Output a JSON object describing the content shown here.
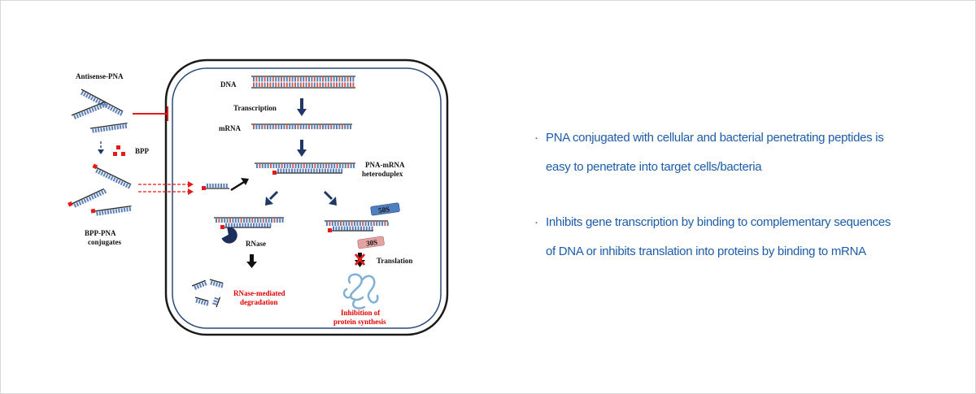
{
  "diagram": {
    "labels": {
      "antisense_pna": "Antisense-PNA",
      "bpp": "BPP",
      "bpp_pna": [
        "BPP-PNA",
        "conjugates"
      ],
      "dna": "DNA",
      "transcription": "Transcription",
      "mrna": "mRNA",
      "heteroduplex": [
        "PNA-mRNA",
        "heteroduplex"
      ],
      "rnase": "RNase",
      "degradation": [
        "RNase-mediated",
        "degradation"
      ],
      "subunit_50s": "50S",
      "subunit_30s": "30S",
      "translation": "Translation",
      "inhibition": [
        "Inhibition of",
        "protein synthesis"
      ]
    },
    "colors": {
      "backbone": "#2a2a2a",
      "base_blue": "#5b7fb8",
      "base_red": "#c9605a",
      "arrow_navy": "#1f3866",
      "inhibit_red": "#e31b1b",
      "cell_border": "#2b4a7a",
      "peptide_red": "#e31b1b",
      "ribosome_50s": "#4f7fbf",
      "ribosome_30s": "#e3a3a3",
      "rnase": "#1b2e5c",
      "protein": "#8fb8d8"
    }
  },
  "bullets": [
    {
      "marker": "·",
      "lines": [
        "PNA conjugated with cellular and bacterial penetrating peptides is",
        "easy to penetrate into target cells/bacteria"
      ]
    },
    {
      "marker": "·",
      "lines": [
        "Inhibits gene transcription by binding to complementary sequences",
        "of DNA or inhibits translation into proteins by binding to mRNA"
      ]
    }
  ]
}
